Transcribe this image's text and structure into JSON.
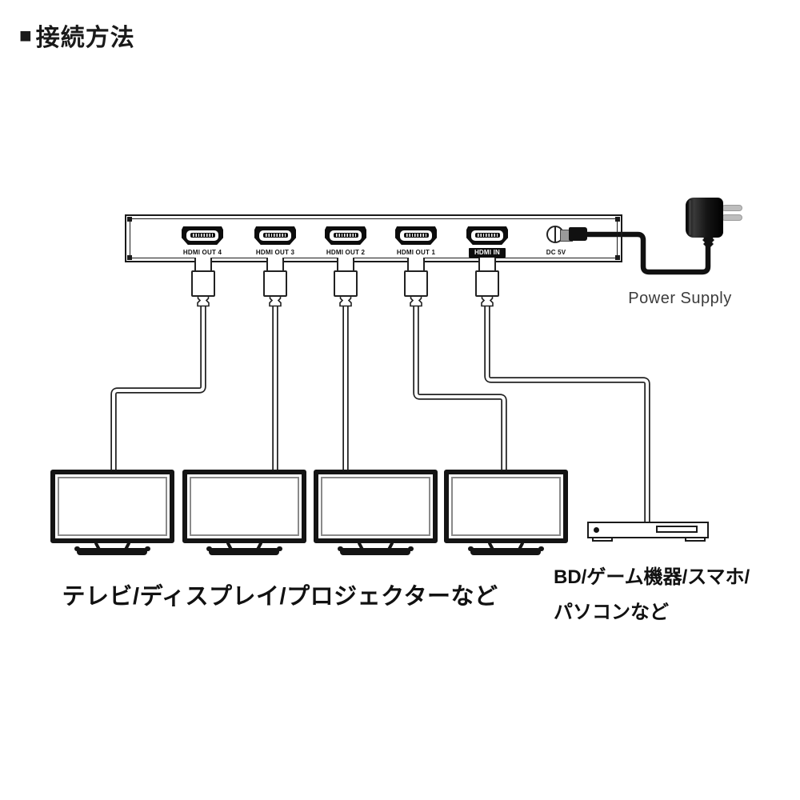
{
  "page": {
    "title_marker": "■",
    "title": "接続方法"
  },
  "splitter": {
    "ports": [
      {
        "id": "hdmi-out-4",
        "label": "HDMI OUT 4",
        "type": "output"
      },
      {
        "id": "hdmi-out-3",
        "label": "HDMI OUT 3",
        "type": "output"
      },
      {
        "id": "hdmi-out-2",
        "label": "HDMI OUT 2",
        "type": "output"
      },
      {
        "id": "hdmi-out-1",
        "label": "HDMI OUT 1",
        "type": "output"
      },
      {
        "id": "hdmi-in",
        "label": "HDMI IN",
        "type": "input"
      }
    ],
    "dc_port_label": "DC 5V"
  },
  "power": {
    "label": "Power Supply"
  },
  "displays": {
    "caption": "テレビ/ディスプレイ/プロジェクターなど",
    "count": 4
  },
  "source_devices": {
    "caption_line1": "BD/ゲーム機器/スマホ/",
    "caption_line2": "パソコンなど"
  },
  "colors": {
    "line": "#1a1a1a",
    "cable_core": "#ffffff",
    "port_fill": "#0d0d0d"
  }
}
